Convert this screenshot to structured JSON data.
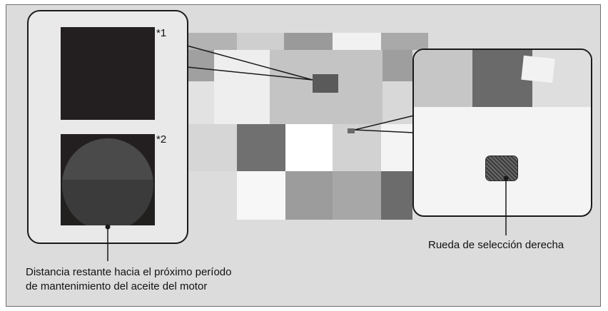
{
  "markers": {
    "first": "*1",
    "second": "*2"
  },
  "labels": {
    "right_callout": "Rueda de selección derecha",
    "left_callout_line1": "Distancia restante hacia el próximo período",
    "left_callout_line2": "de mantenimiento del aceite del motor"
  },
  "colors": {
    "background": "#dcdcdc",
    "display": "#231f20",
    "outline": "#1a1a1a"
  }
}
